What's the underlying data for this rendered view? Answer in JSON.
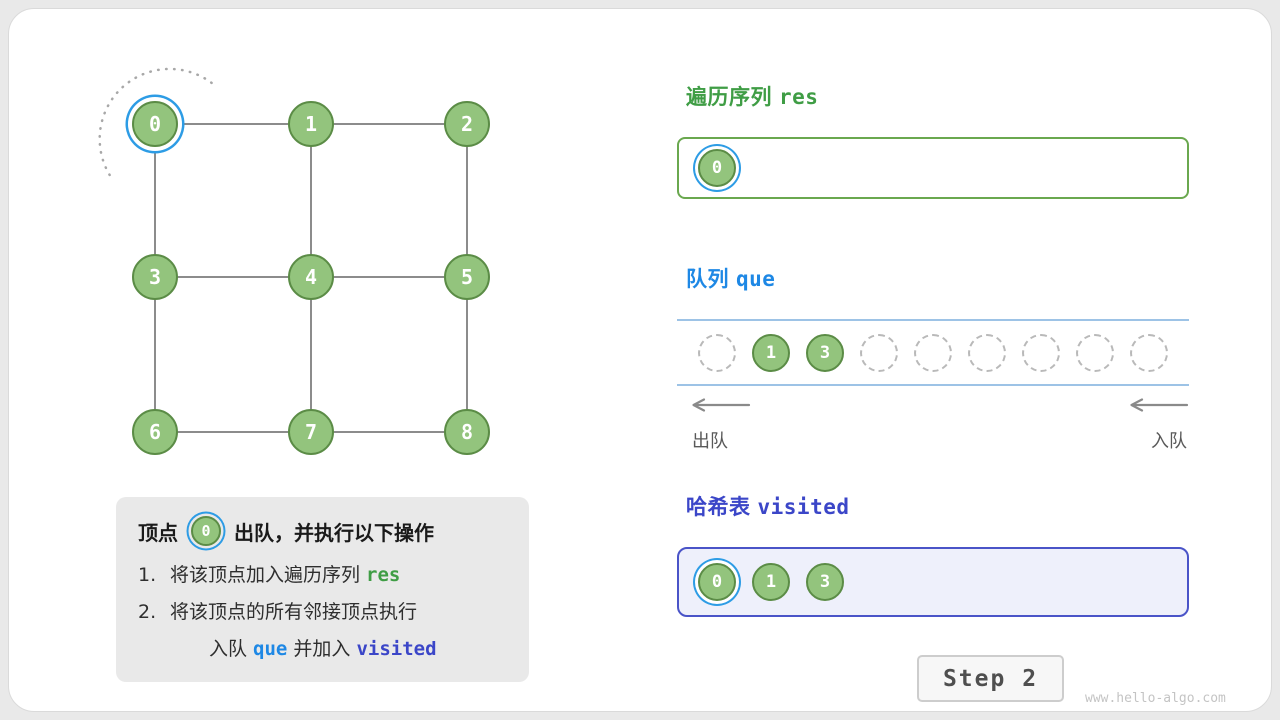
{
  "watermark": "www.hello-algo.com",
  "step_badge": "Step 2",
  "graph": {
    "nodes": [
      {
        "id": "0",
        "highlighted": true
      },
      {
        "id": "1"
      },
      {
        "id": "2"
      },
      {
        "id": "3"
      },
      {
        "id": "4"
      },
      {
        "id": "5"
      },
      {
        "id": "6"
      },
      {
        "id": "7"
      },
      {
        "id": "8"
      }
    ],
    "edges": [
      [
        0,
        1
      ],
      [
        1,
        2
      ],
      [
        3,
        4
      ],
      [
        4,
        5
      ],
      [
        6,
        7
      ],
      [
        7,
        8
      ],
      [
        0,
        3
      ],
      [
        3,
        6
      ],
      [
        1,
        4
      ],
      [
        4,
        7
      ],
      [
        2,
        5
      ],
      [
        5,
        8
      ]
    ]
  },
  "res_panel": {
    "title": "遍历序列",
    "code": "res",
    "items": [
      {
        "value": "0",
        "highlighted": true
      }
    ]
  },
  "queue_panel": {
    "title": "队列",
    "code": "que",
    "slots": [
      "",
      "1",
      "3",
      "",
      "",
      "",
      "",
      "",
      ""
    ],
    "dequeue_label": "出队",
    "enqueue_label": "入队"
  },
  "visited_panel": {
    "title": "哈希表",
    "code": "visited",
    "items": [
      {
        "value": "0",
        "highlighted": true
      },
      {
        "value": "1"
      },
      {
        "value": "3"
      }
    ]
  },
  "info_box": {
    "title_prefix": "顶点",
    "title_node": {
      "value": "0",
      "highlighted": true
    },
    "title_suffix": "出队，并执行以下操作",
    "lines": [
      {
        "num": "1.",
        "segments": [
          {
            "text": "将该顶点加入遍历序列 "
          },
          {
            "text": "res",
            "style": "code-green"
          }
        ]
      },
      {
        "num": "2.",
        "segments": [
          {
            "text": "将该顶点的所有邻接顶点执行"
          }
        ]
      },
      {
        "num": "",
        "segments": [
          {
            "text": "入队 "
          },
          {
            "text": "que",
            "style": "code-blue"
          },
          {
            "text": " 并加入 "
          },
          {
            "text": "visited",
            "style": "code-indigo"
          }
        ]
      }
    ]
  },
  "colors": {
    "node_fill": "#93c47d",
    "node_border": "#5b8c46",
    "highlight_ring": "#2d9ce5",
    "edge": "#8c8c8c",
    "green": "#3f9d45",
    "green_border": "#6aa84f",
    "blue": "#1e88e5",
    "queue_line": "#9dc3e6",
    "indigo": "#3b46c8",
    "indigo_border": "#4a54c8",
    "lavender_bg": "#eef0fb",
    "info_bg": "#e9e9e9",
    "gray_text": "#595959",
    "watermark": "#c4c4c4"
  }
}
